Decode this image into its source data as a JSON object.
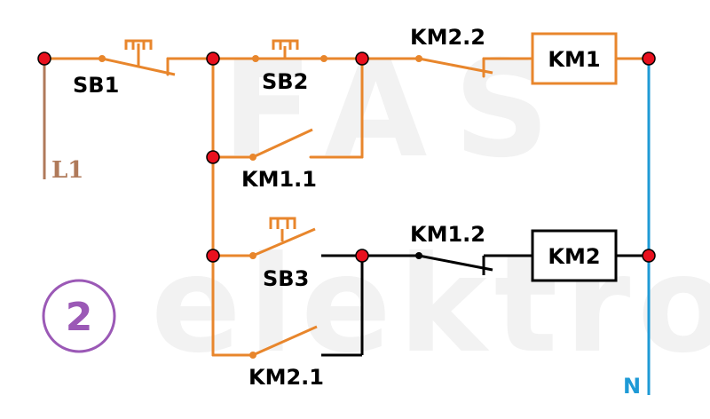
{
  "watermark": {
    "line1": "FAS",
    "line2": "elektro"
  },
  "badge": {
    "number": "2"
  },
  "supply": {
    "phase": "L1",
    "neutral": "N"
  },
  "switches": {
    "sb1": "SB1",
    "sb2": "SB2",
    "sb3": "SB3",
    "km1_1": "KM1.1",
    "km1_2": "KM1.2",
    "km2_1": "KM2.1",
    "km2_2": "KM2.2"
  },
  "coils": {
    "km1": "KM1",
    "km2": "KM2"
  },
  "colors": {
    "circuit_km1": "#e8862c",
    "circuit_km2": "#000000",
    "phase_wire": "#b07a5a",
    "neutral_wire": "#1e9ad6",
    "node": "#e8101e",
    "badge": "#9b59b6"
  }
}
